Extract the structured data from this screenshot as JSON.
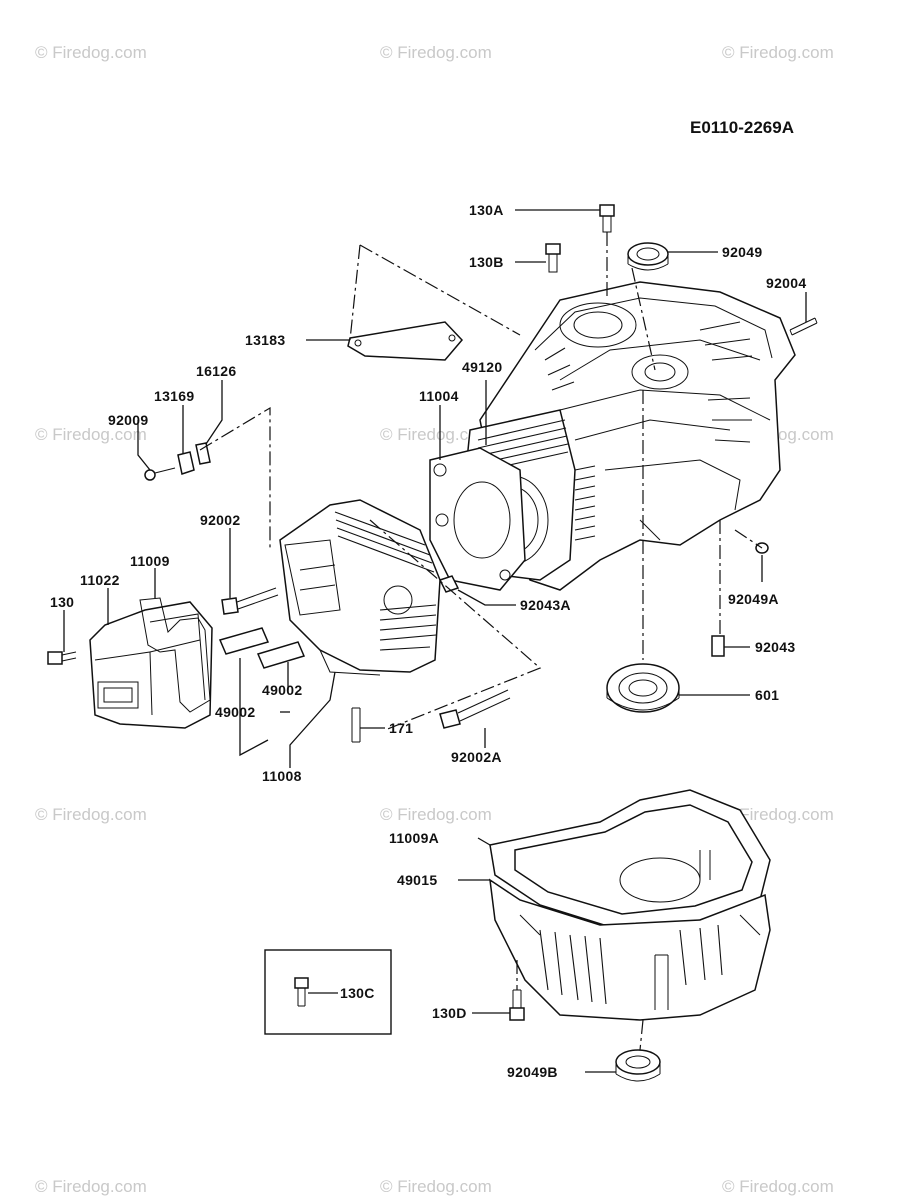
{
  "diagram_code": "E0110-2269A",
  "watermark": "© Firedog.com",
  "labels": {
    "l130A": "130A",
    "l130B": "130B",
    "l92049": "92049",
    "l92004": "92004",
    "l13183": "13183",
    "l49120": "49120",
    "l11004": "11004",
    "l16126": "16126",
    "l13169": "13169",
    "l92009": "92009",
    "l92002": "92002",
    "l11009": "11009",
    "l11022": "11022",
    "l130": "130",
    "l92043A": "92043A",
    "l92049A": "92049A",
    "l92043": "92043",
    "l601": "601",
    "l49002a": "49002",
    "l49002b": "49002",
    "l171": "171",
    "l92002A": "92002A",
    "l11008": "11008",
    "l11009A": "11009A",
    "l49015": "49015",
    "l130C": "130C",
    "l130D": "130D",
    "l92049B": "92049B"
  }
}
